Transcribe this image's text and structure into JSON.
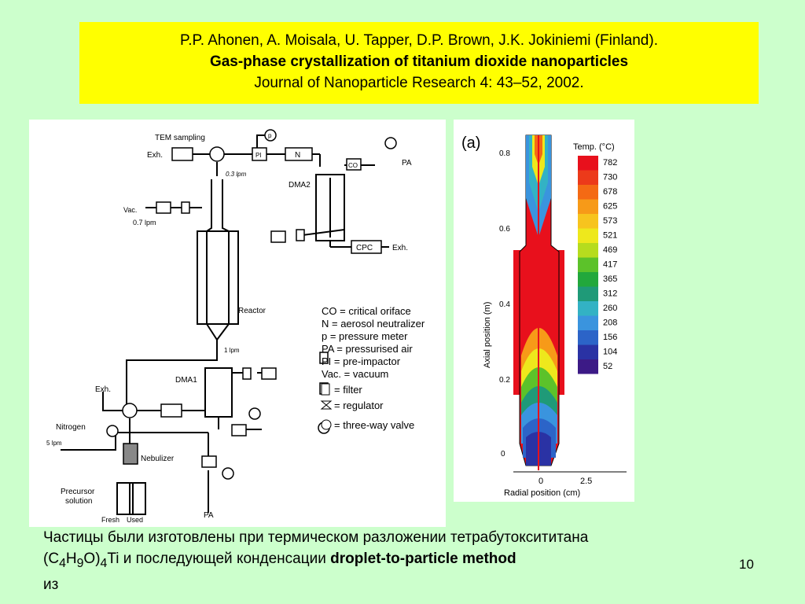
{
  "reference": {
    "authors": "P.P. Ahonen, A. Moisala, U. Tapper, D.P. Brown, J.K. Jokiniemi (Finland).",
    "title": "Gas-phase crystallization of titanium dioxide nanoparticles",
    "journal": "Journal of Nanoparticle Research 4: 43–52, 2002."
  },
  "schematic": {
    "labels": {
      "tem_sampling": "TEM sampling",
      "exh_top": "Exh.",
      "p": "p",
      "pi": "PI",
      "n": "N",
      "co": "CO",
      "pa": "PA",
      "flow_03": "0.3 lpm",
      "dma2": "DMA2",
      "vac": "Vac.",
      "flow_07": "0.7 lpm",
      "cpc": "CPC",
      "exh_cpc": "Exh.",
      "reactor": "Reactor",
      "flow_1": "1 lpm",
      "dma1": "DMA1",
      "exh_left": "Exh.",
      "nitrogen": "Nitrogen",
      "flow_5": "5 lpm",
      "nebulizer": "Nebulizer",
      "precursor_1": "Precursor",
      "precursor_2": "solution",
      "fresh": "Fresh",
      "used": "Used"
    },
    "legend": [
      "CO = critical oriface",
      "N = aerosol neutralizer",
      "p = pressure meter",
      "PA = pressurised air",
      "PI = pre-impactor",
      "Vac. = vacuum",
      "= filter",
      "= regulator",
      "= three-way valve"
    ]
  },
  "contour": {
    "panel_label": "(a)",
    "y_axis_label": "Axial position (m)",
    "x_axis_label": "Radial position (cm)",
    "y_ticks": [
      "0.8",
      "0.6",
      "0.4",
      "0.2",
      "0"
    ],
    "x_ticks": [
      "0",
      "2.5"
    ],
    "legend_title": "Temp. (°C)",
    "legend_values": [
      "782",
      "730",
      "678",
      "625",
      "573",
      "521",
      "469",
      "417",
      "365",
      "312",
      "260",
      "208",
      "156",
      "104",
      "52"
    ],
    "legend_colors": [
      "#e8101c",
      "#ec3a1a",
      "#f46a14",
      "#f79a18",
      "#f7c41e",
      "#eee81c",
      "#b6dc1e",
      "#5cc22a",
      "#22a83c",
      "#1f9a78",
      "#33b2c4",
      "#3a94de",
      "#2c64c8",
      "#2a32a4",
      "#3c1a86"
    ]
  },
  "caption": {
    "line1": "Частицы были изготовлены при термическом разложении тетрабутоксититана",
    "formula_a": "(C",
    "sub1": "4",
    "formula_b": "H",
    "sub2": "9",
    "formula_c": "O)",
    "sub3": "4",
    "formula_d": "Ti и последующей конденсации ",
    "method": "droplet-to-particle method",
    "line3": "из"
  },
  "page_number": "10"
}
